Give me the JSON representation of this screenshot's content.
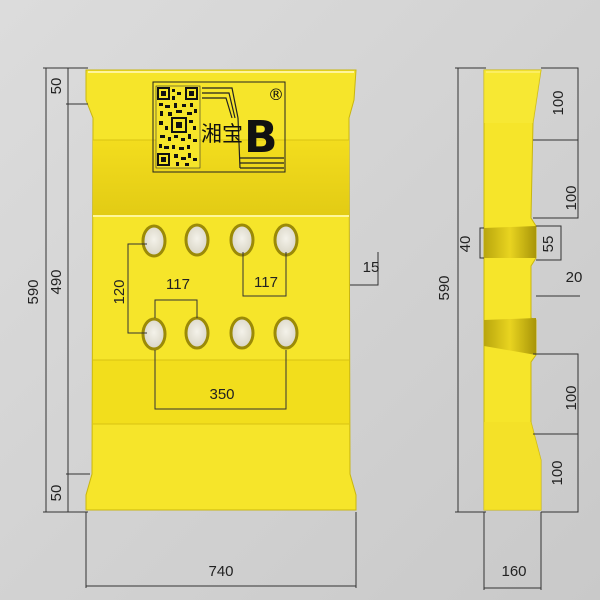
{
  "front_view": {
    "dimensions": {
      "total_height": "590",
      "inner_height": "490",
      "top_offset": "50",
      "bottom_offset": "50",
      "width": "740",
      "hole_row_spacing": "120",
      "hole_pitch_left": "117",
      "hole_pitch_right": "117",
      "hole_span": "350",
      "step_offset": "15"
    },
    "label": {
      "brand_text": "湘宝",
      "brand_letter": "B",
      "registered_mark": "®"
    }
  },
  "side_view": {
    "dimensions": {
      "total_height": "590",
      "top_segment_1": "100",
      "top_segment_2": "100",
      "groove_depth": "40",
      "groove_width": "55",
      "center_gap": "20",
      "bottom_segment_1": "100",
      "bottom_segment_2": "100",
      "thickness": "160"
    }
  },
  "colors": {
    "part_fill": "#f5e62a",
    "part_light": "#fbf24a",
    "part_dark": "#e6d11a",
    "part_shadow": "#c9b60f",
    "dimension_line": "#333333",
    "hole_fill": "#e8e6dc"
  }
}
